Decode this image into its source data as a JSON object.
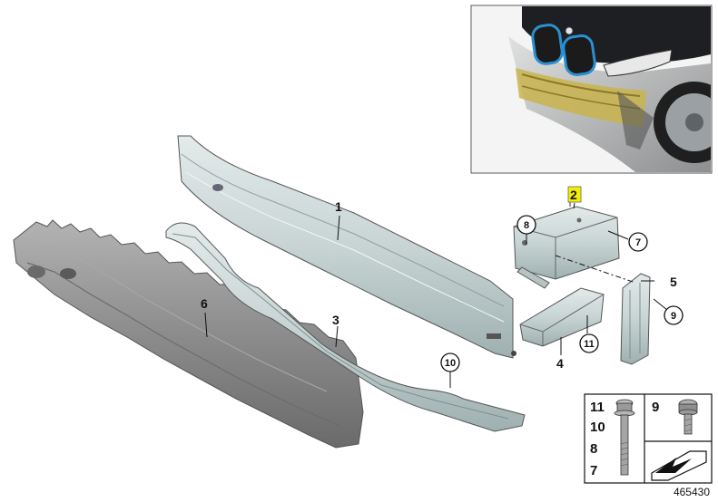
{
  "callouts": {
    "p1": "1",
    "p2": "2",
    "p3": "3",
    "p4": "4",
    "p5": "5",
    "p6": "6",
    "p7": "7",
    "p8": "8",
    "p9": "9",
    "p10": "10",
    "p11": "11"
  },
  "legend": {
    "bolt_long_numbers": [
      "11",
      "10",
      "8",
      "7"
    ],
    "bolt_short_number": "9"
  },
  "reference_number": "465430",
  "colors": {
    "part_highlight": "#f4f000",
    "aluminum": "#c9d6d6",
    "foam": "#8f8f8f",
    "car_body": "#cfd0d0",
    "car_accent": "#2a8fd0",
    "carrier_highlight": "#d4c15a"
  }
}
